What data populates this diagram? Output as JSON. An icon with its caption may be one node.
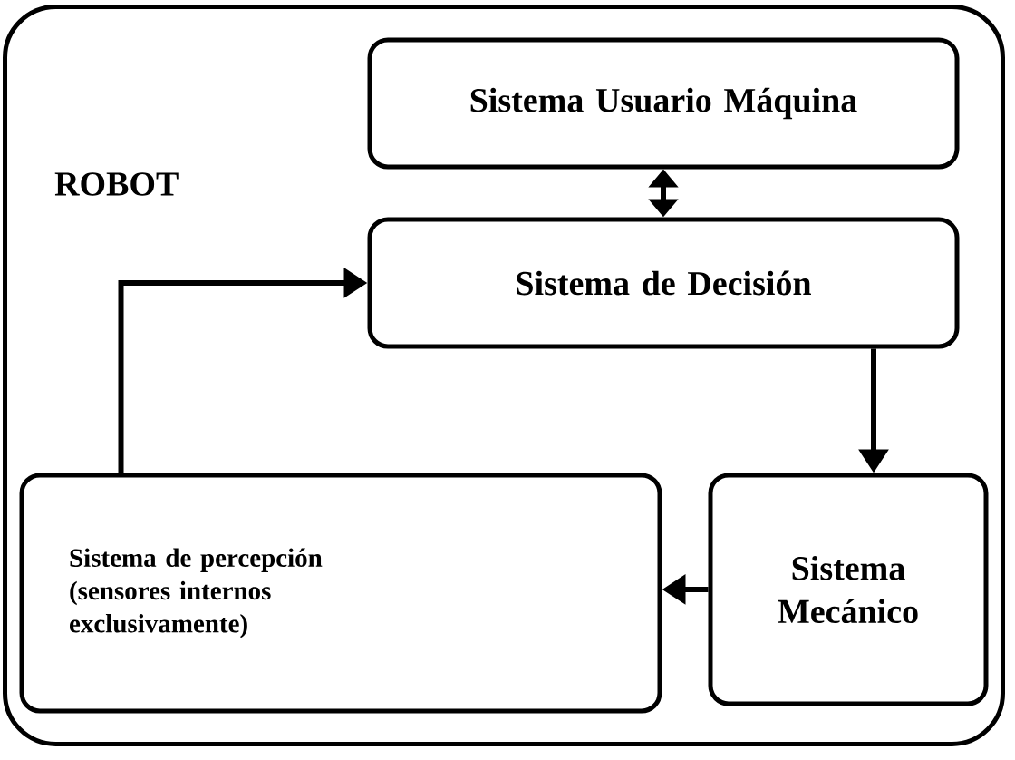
{
  "diagram": {
    "nodes": [
      {
        "text": [
          "ROBOT"
        ]
      },
      {
        "text": [
          "Sistema Usuario Máquina"
        ],
        "in": 0
      },
      {
        "text": [
          "Sistema de Decisión"
        ],
        "in": 0
      },
      {
        "text": [
          "Sistema de percepción (sensores internos exclusivamente)"
        ],
        "in": 0
      },
      {
        "text": [
          "Sistema Mecánico"
        ],
        "in": 0
      }
    ],
    "edges": [
      {
        "from": 1,
        "to": 2,
        "arrow": "both"
      },
      {
        "from": 2,
        "to": 4,
        "arrow": "to"
      },
      {
        "from": 4,
        "to": 3,
        "arrow": "to"
      },
      {
        "from": 3,
        "to": 2,
        "arrow": "to"
      }
    ]
  }
}
